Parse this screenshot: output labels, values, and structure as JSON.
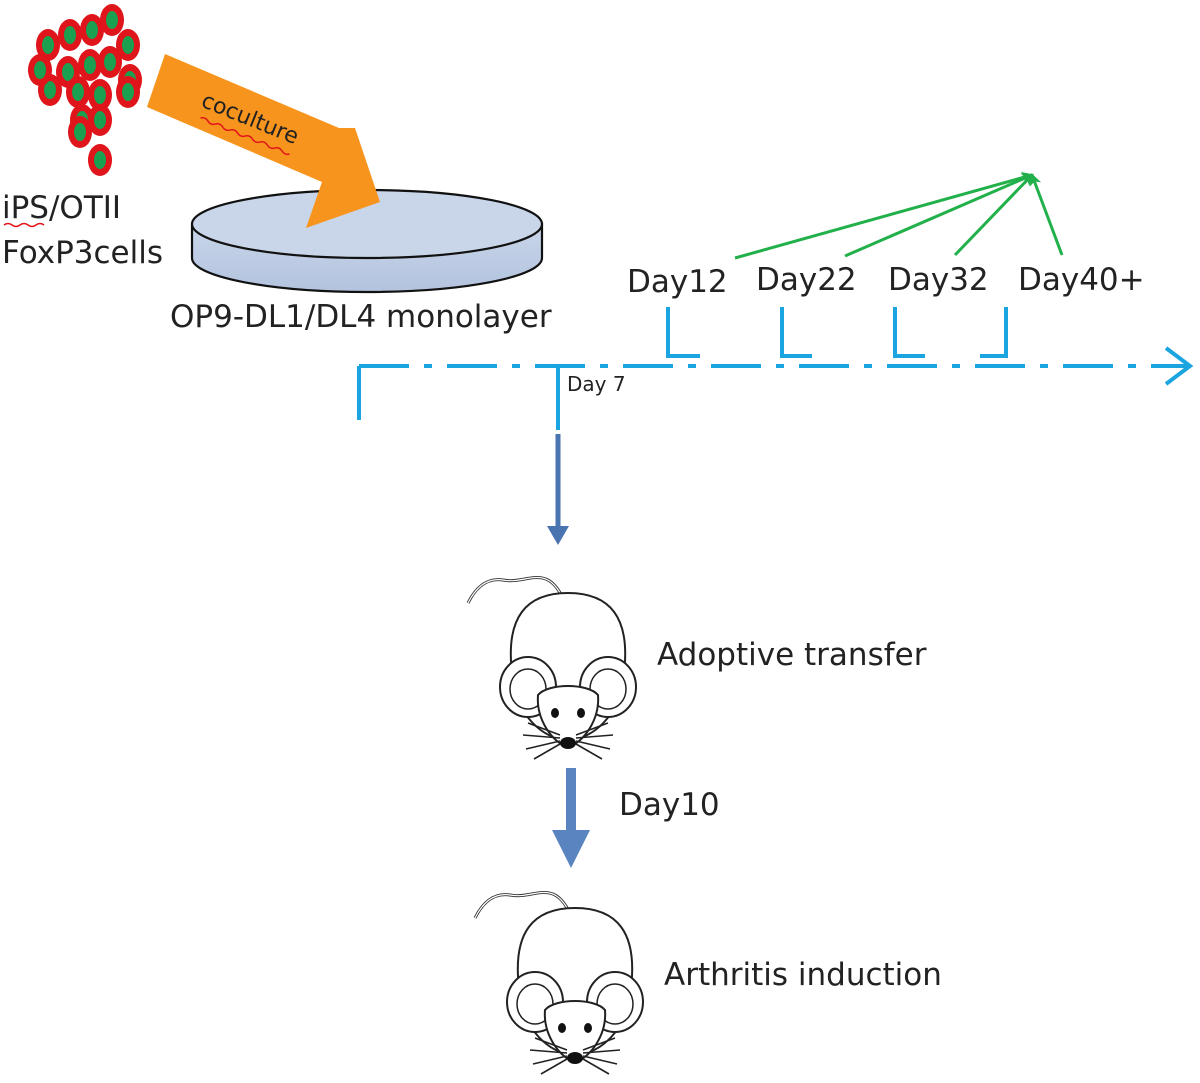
{
  "cells": {
    "label_line1": "iPS/OTII",
    "label_line2": "FoxP3cells",
    "cell_color": "#e0141b",
    "nucleus_color": "#1aa050"
  },
  "coculture": {
    "label": "coculture",
    "arrow_color": "#f7941d"
  },
  "dish": {
    "label": "OP9-DL1/DL4 monolayer",
    "fill_color": "#c9d6ea"
  },
  "timeline": {
    "color": "#1aa4e0",
    "day7_label": "Day 7",
    "harvest_labels": [
      "Day12",
      "Day22",
      "Day32",
      "Day40+"
    ],
    "harvest_arrow_color": "#22b04b"
  },
  "mice": {
    "arrow_color": "#4a74b0",
    "adoptive_transfer_label": "Adoptive transfer",
    "interval_label": "Day10",
    "arthritis_label": "Arthritis induction"
  }
}
